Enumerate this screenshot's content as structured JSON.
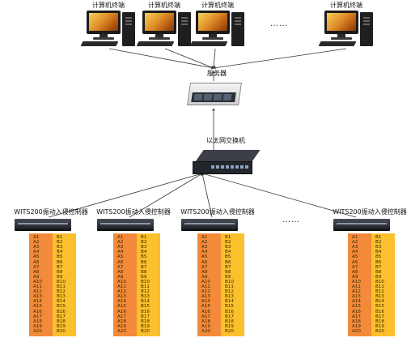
{
  "terminals": [
    {
      "label": "计算机终端"
    },
    {
      "label": "计算机终端"
    },
    {
      "label": "计算机终端"
    },
    {
      "label": "计算机终端"
    }
  ],
  "ellipsis": "……",
  "server": {
    "label": "服务器"
  },
  "switch": {
    "label": "以太网交换机"
  },
  "controllers": [
    {
      "label": "WITS200振动入侵控制器"
    },
    {
      "label": "WITS200振动入侵控制器"
    },
    {
      "label": "WITS200振动入侵控制器"
    },
    {
      "label": "WITS200振动入侵控制器"
    }
  ],
  "channels": {
    "a": [
      "A1",
      "A2",
      "A3",
      "A4",
      "A5",
      "A6",
      "A7",
      "A8",
      "A9",
      "A10",
      "A11",
      "A12",
      "A13",
      "A14",
      "A15",
      "A16",
      "A17",
      "A18",
      "A19",
      "A20"
    ],
    "b": [
      "B1",
      "B2",
      "B3",
      "B4",
      "B5",
      "B6",
      "B7",
      "B8",
      "B9",
      "B10",
      "B11",
      "B12",
      "B13",
      "B14",
      "B15",
      "B16",
      "B17",
      "B18",
      "B19",
      "B20"
    ],
    "color_a": "#f28a3a",
    "color_b": "#fbc02d"
  }
}
